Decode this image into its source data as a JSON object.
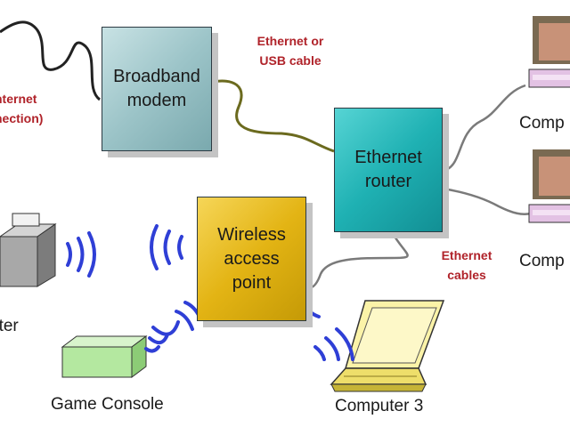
{
  "nodes": {
    "modem": {
      "label": "Broadband\nmodem"
    },
    "router": {
      "label": "Ethernet\nrouter"
    },
    "access_point": {
      "label": "Wireless\naccess\npoint"
    }
  },
  "connection_labels": {
    "ethernet_usb": "Ethernet or\nUSB cable",
    "internet": "nternet\nnection)",
    "ethernet_cables": "Ethernet\ncables"
  },
  "devices": {
    "computer_1": "Comp",
    "computer_2": "Comp",
    "printer": "nter",
    "game_console": "Game Console",
    "computer_3": "Computer 3"
  },
  "colors": {
    "label_red": "#b0232a",
    "wireless_blue": "#2f3fd6",
    "cable_olive": "#6b6a1e",
    "cable_gray": "#7a7a7a",
    "cable_black": "#222222"
  }
}
